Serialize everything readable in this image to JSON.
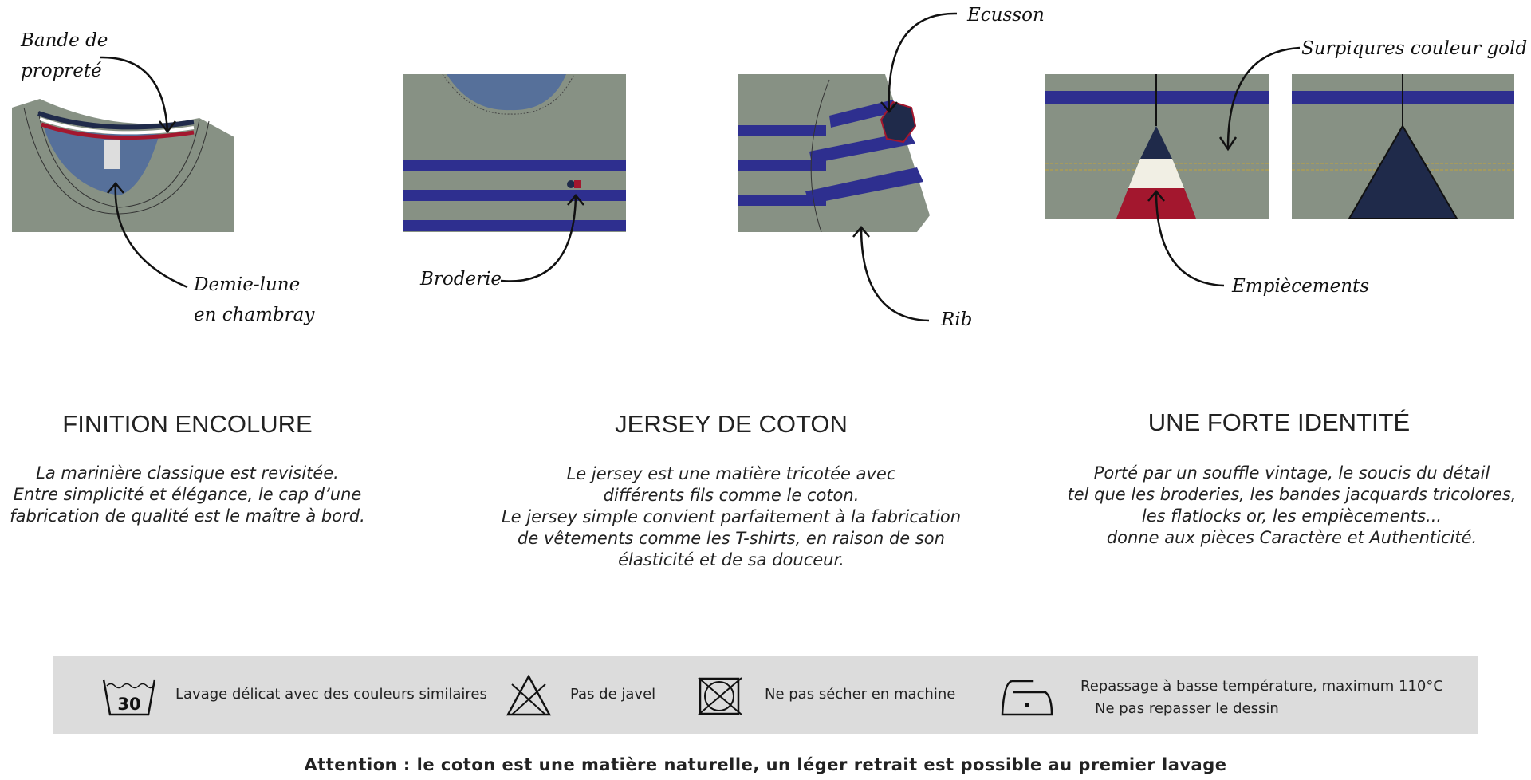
{
  "annotations": {
    "bande": [
      "Bande de",
      "propreté"
    ],
    "demie_lune": [
      "Demie-lune",
      "en chambray"
    ],
    "broderie": "Broderie",
    "ecusson": "Ecusson",
    "rib": "Rib",
    "surpiqures": "Surpiqures couleur gold",
    "empiecements": "Empiècements"
  },
  "sections": [
    {
      "title": "FINITION ENCOLURE",
      "lines": [
        "La marinière classique est revisitée.",
        "Entre simplicité et élégance, le cap d’une",
        "fabrication de qualité est le maître à bord."
      ]
    },
    {
      "title": "JERSEY DE COTON",
      "lines": [
        "Le jersey est une matière tricotée avec",
        "différents fils comme le coton.",
        "Le jersey simple convient parfaitement à la fabrication",
        "de vêtements comme les T-shirts, en raison de son",
        "élasticité et de sa douceur."
      ]
    },
    {
      "title": "UNE FORTE IDENTITÉ",
      "lines": [
        "Porté par un souffle vintage, le soucis du détail",
        "tel que les broderies, les bandes jacquards tricolores,",
        "les flatlocks or, les empiècements...",
        "donne aux pièces Caractère et Authenticité."
      ]
    }
  ],
  "care": {
    "wash_temp": "30",
    "wash": "Lavage délicat avec des couleurs similaires",
    "bleach": "Pas de javel",
    "dry": "Ne pas sécher en machine",
    "iron1": "Repassage à basse température, maximum 110°C",
    "iron2": "Ne pas repasser le dessin"
  },
  "attention": "Attention : le coton est une matière naturelle, un léger retrait est possible au premier lavage",
  "colors": {
    "fabric": "#879184",
    "stripe": "#2e2f8f",
    "navy": "#1f2a4a",
    "red": "#a3172e",
    "cream": "#f1efe4",
    "gold": "#c2a23a",
    "band": "#dcdcdc"
  }
}
